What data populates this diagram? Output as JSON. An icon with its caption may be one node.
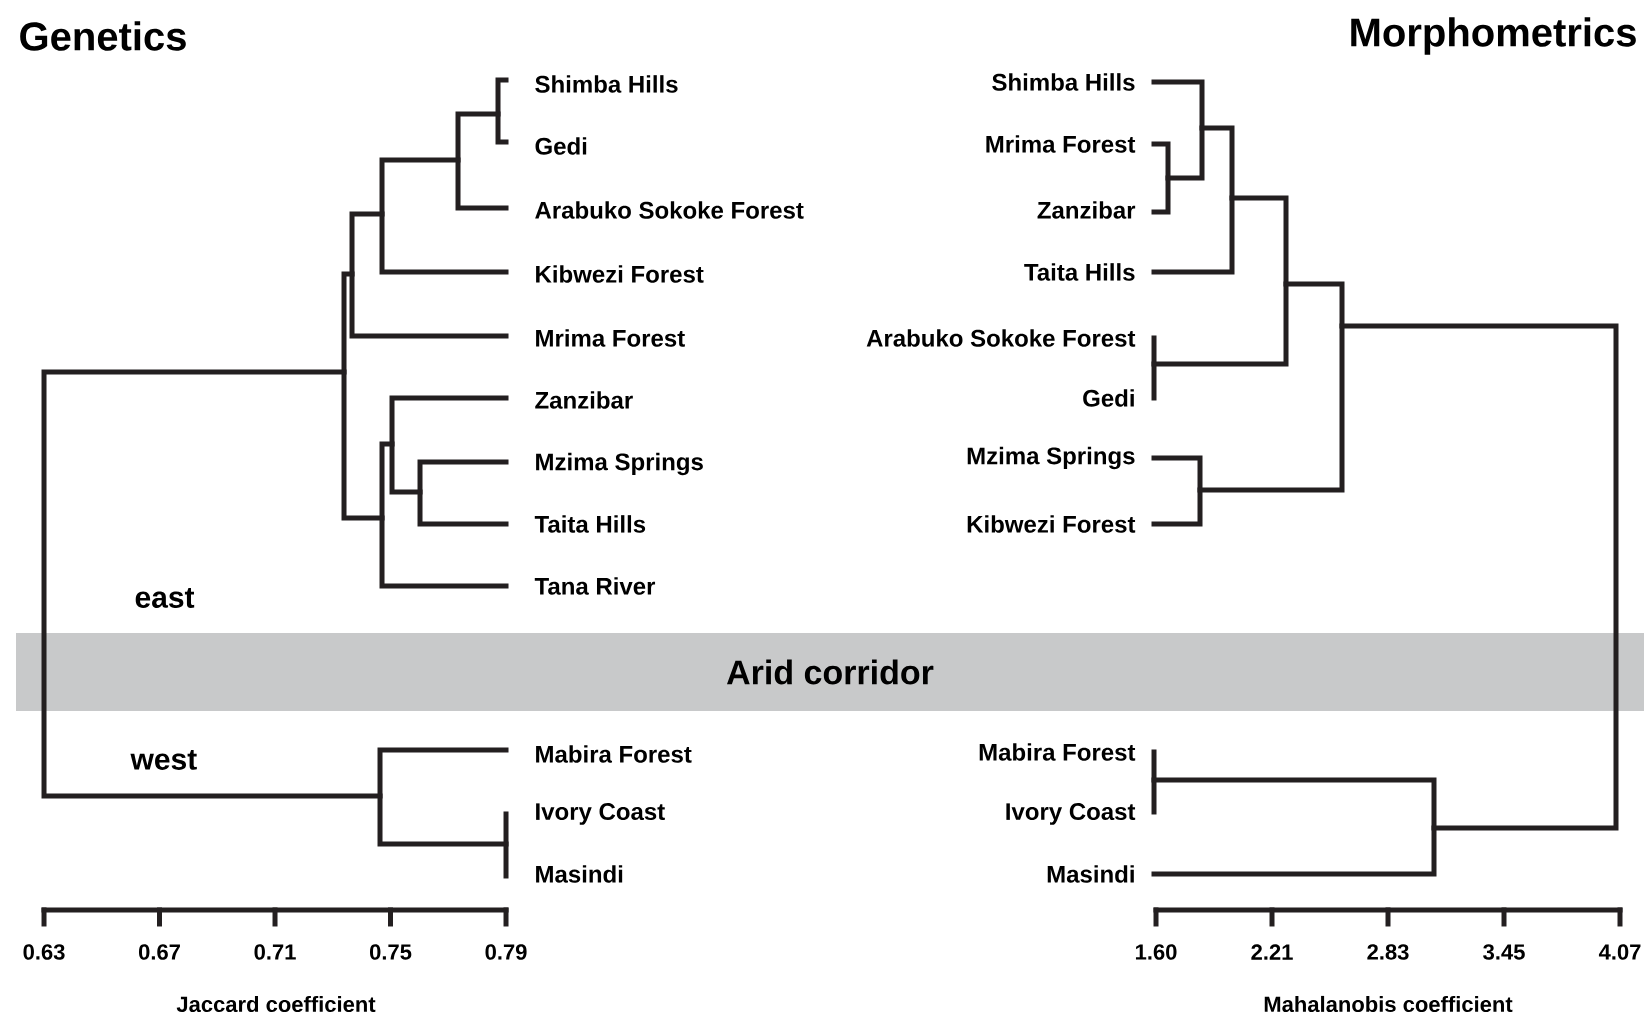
{
  "diagram": {
    "nodes": [
      {
        "text": [
          "Arid corridor"
        ]
      }
    ],
    "labels": [
      "Genetics",
      "Morphometrics",
      "Shimba Hills",
      "Gedi",
      "Arabuko Sokoke Forest",
      "Kibwezi Forest",
      "Mrima Forest",
      "Zanzibar",
      "Mzima Springs",
      "Taita Hills",
      "Tana River",
      "Mabira Forest",
      "Ivory Coast",
      "Masindi",
      "east",
      "west",
      "0.63",
      "0.67",
      "0.71",
      "0.75",
      "0.79",
      "Jaccard coefficient",
      "Shimba Hills",
      "Mrima Forest",
      "Zanzibar",
      "Taita Hills",
      "Arabuko Sokoke Forest",
      "Gedi",
      "Mzima Springs",
      "Kibwezi Forest",
      "Mabira Forest",
      "Ivory Coast",
      "Masindi",
      "1.60",
      "2.21",
      "2.83",
      "3.45",
      "4.07",
      "Mahalanobis coefficient"
    ]
  }
}
